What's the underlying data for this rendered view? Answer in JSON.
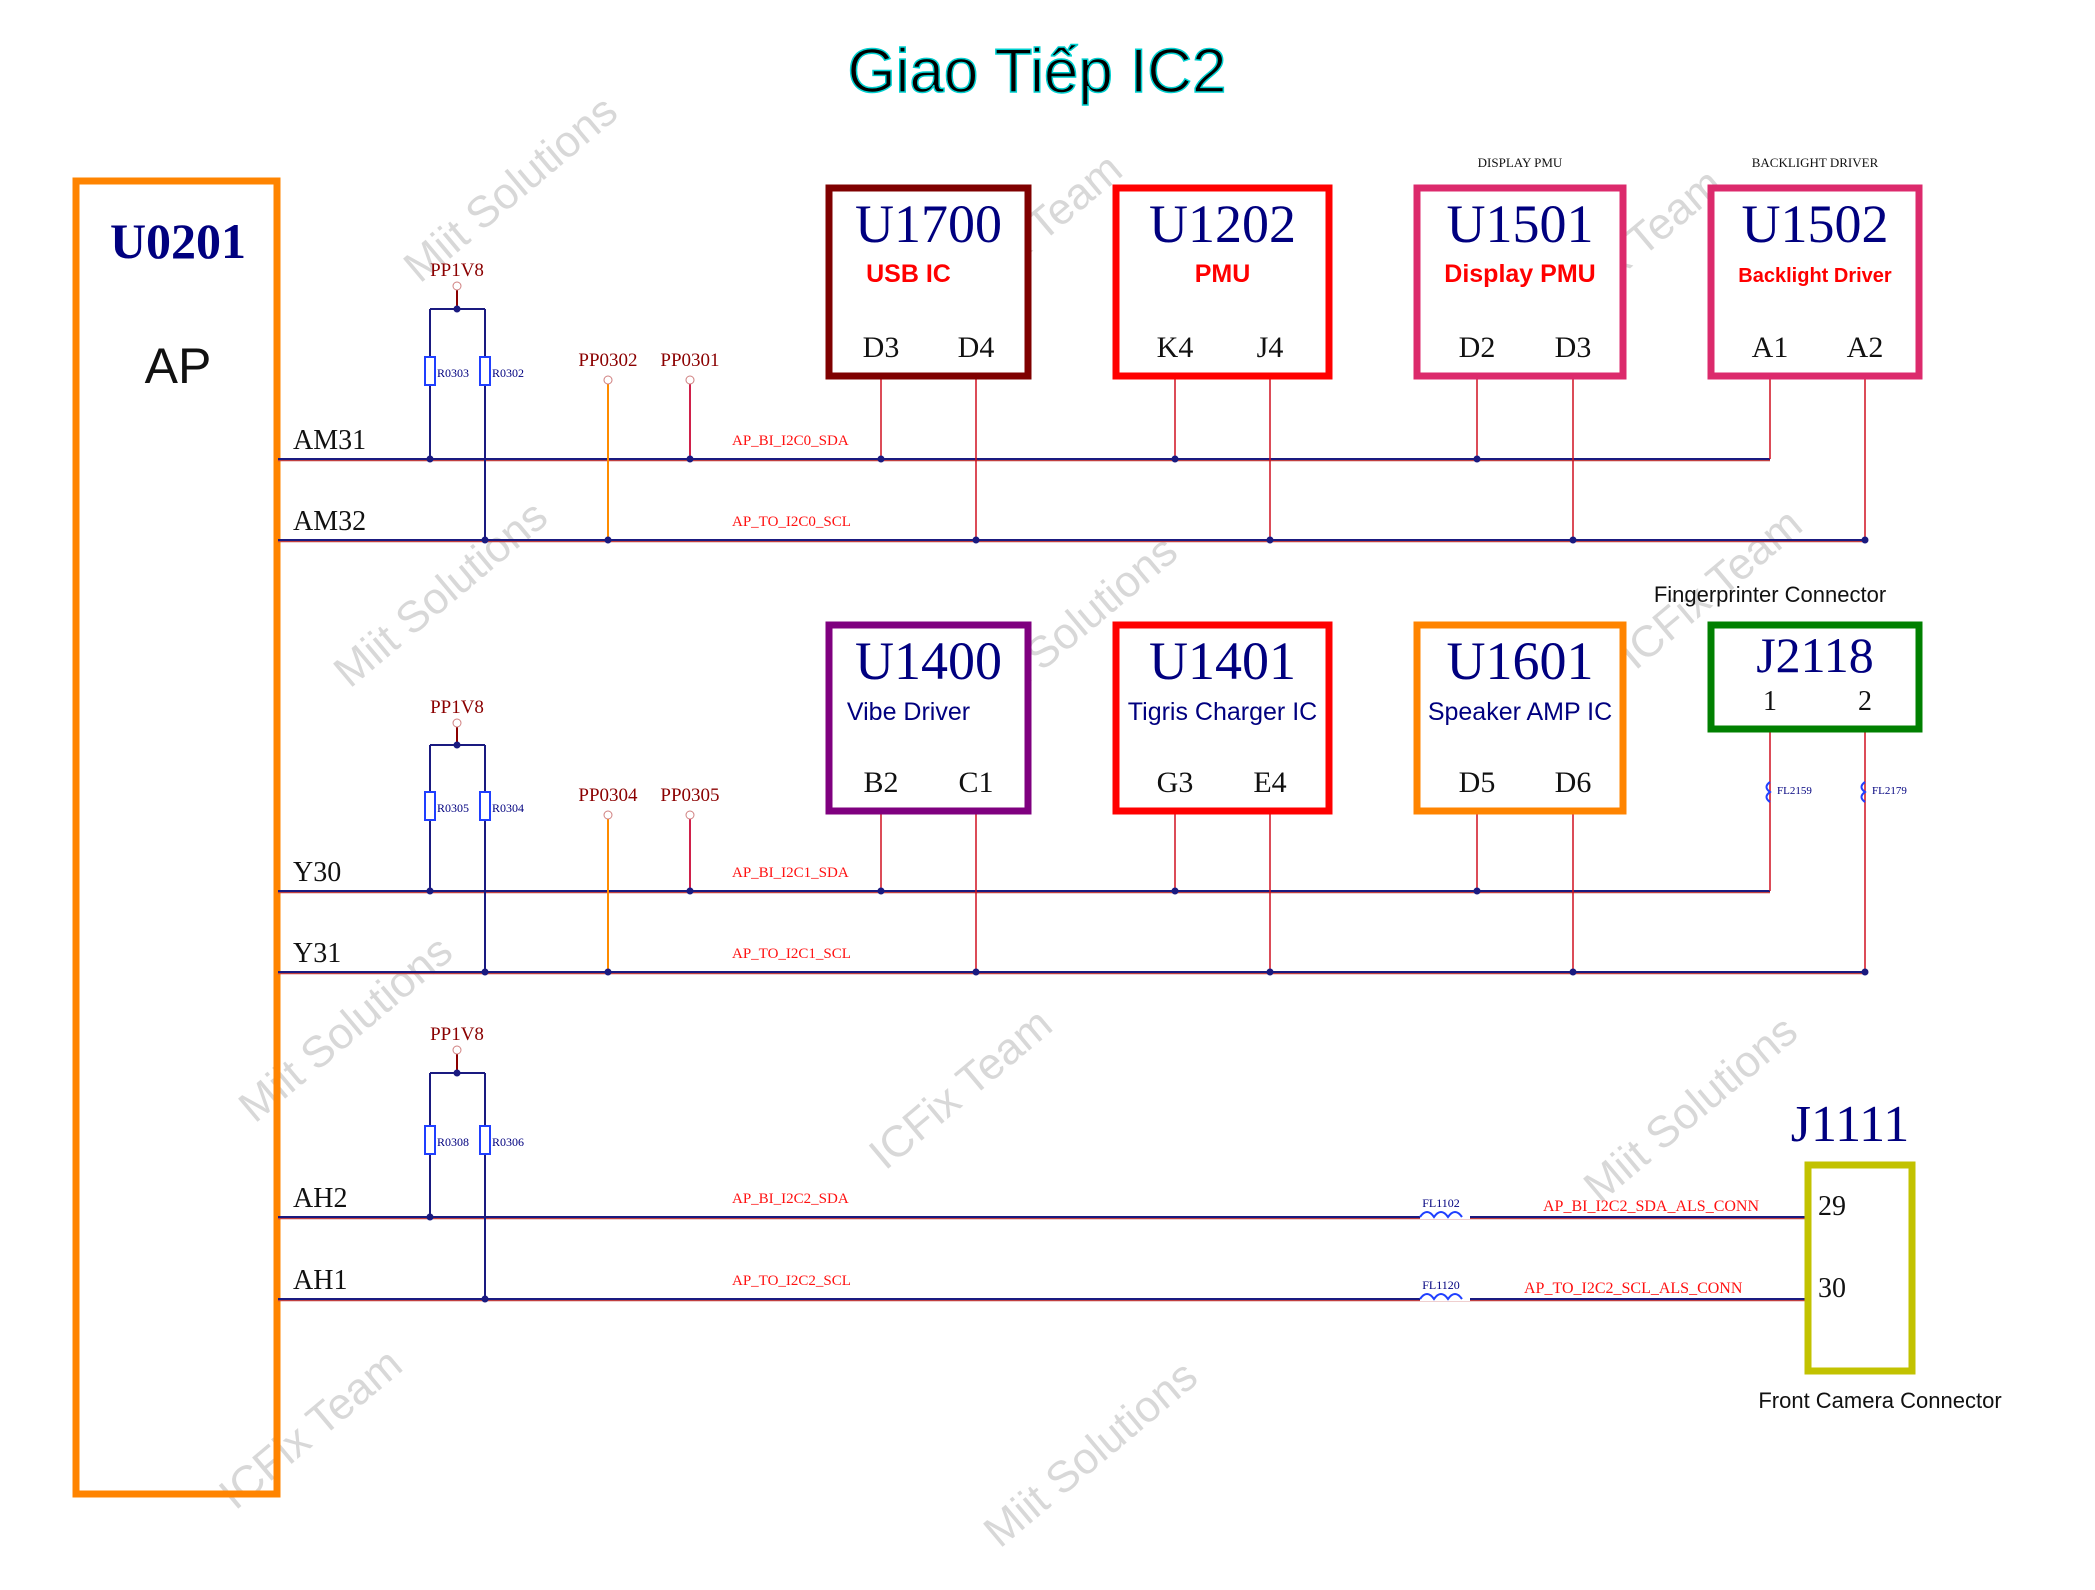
{
  "title": "Giao Tiếp IC2",
  "ap": {
    "ref": "U0201",
    "name": "AP"
  },
  "colors": {
    "wire": "#1a1a80",
    "wire_red": "#d01020",
    "net_label": "#ff1010",
    "power_label": "#8b0000",
    "ref_text": "#00007f",
    "resistor": "#1f3fff"
  },
  "buses": [
    {
      "id": "i2c0",
      "pullup_rail": "PP1V8",
      "resistors": [
        "R0303",
        "R0302"
      ],
      "test_points": [
        "PP0302",
        "PP0301"
      ],
      "lines": [
        {
          "ball": "AM31",
          "net": "AP_BI_I2C0_SDA"
        },
        {
          "ball": "AM32",
          "net": "AP_TO_I2C0_SCL"
        }
      ],
      "devices": [
        {
          "ref": "U1700",
          "desc": "USB IC",
          "caption": "",
          "pins": [
            "D3",
            "D4"
          ],
          "border": "#7f0000",
          "desc_color": "#ff0000"
        },
        {
          "ref": "U1202",
          "desc": "PMU",
          "caption": "",
          "pins": [
            "K4",
            "J4"
          ],
          "border": "#ff0000",
          "desc_color": "#ff0000"
        },
        {
          "ref": "U1501",
          "desc": "Display PMU",
          "caption": "DISPLAY PMU",
          "pins": [
            "D2",
            "D3"
          ],
          "border": "#dc2a6c",
          "desc_color": "#ff0000"
        },
        {
          "ref": "U1502",
          "desc": "Backlight Driver",
          "caption": "BACKLIGHT DRIVER",
          "pins": [
            "A1",
            "A2"
          ],
          "border": "#dc2a6c",
          "desc_color": "#ff0000"
        }
      ]
    },
    {
      "id": "i2c1",
      "pullup_rail": "PP1V8",
      "resistors": [
        "R0305",
        "R0304"
      ],
      "test_points": [
        "PP0304",
        "PP0305"
      ],
      "lines": [
        {
          "ball": "Y30",
          "net": "AP_BI_I2C1_SDA"
        },
        {
          "ball": "Y31",
          "net": "AP_TO_I2C1_SCL"
        }
      ],
      "devices": [
        {
          "ref": "U1400",
          "desc": "Vibe Driver",
          "caption": "",
          "pins": [
            "B2",
            "C1"
          ],
          "border": "#7f007f",
          "desc_color": "#00007f"
        },
        {
          "ref": "U1401",
          "desc": "Tigris Charger IC",
          "caption": "",
          "pins": [
            "G3",
            "E4"
          ],
          "border": "#ff0000",
          "desc_color": "#00007f"
        },
        {
          "ref": "U1601",
          "desc": "Speaker AMP IC",
          "caption": "",
          "pins": [
            "D5",
            "D6"
          ],
          "border": "#ff8400",
          "desc_color": "#00007f"
        },
        {
          "ref": "J2118",
          "desc": "",
          "caption": "Fingerprinter Connector",
          "pins": [
            "1",
            "2"
          ],
          "border": "#008000",
          "desc_color": "#00007f",
          "filters": [
            "FL2159",
            "FL2179"
          ]
        }
      ]
    },
    {
      "id": "i2c2",
      "pullup_rail": "PP1V8",
      "resistors": [
        "R0308",
        "R0306"
      ],
      "lines": [
        {
          "ball": "AH2",
          "net": "AP_BI_I2C2_SDA",
          "filter": "FL1102",
          "conn_net": "AP_BI_I2C2_SDA_ALS_CONN",
          "pin": "29"
        },
        {
          "ball": "AH1",
          "net": "AP_TO_I2C2_SCL",
          "filter": "FL1120",
          "conn_net": "AP_TO_I2C2_SCL_ALS_CONN",
          "pin": "30"
        }
      ],
      "connector": {
        "ref": "J1111",
        "caption": "Front Camera Connector",
        "border": "#c2c200"
      }
    }
  ],
  "watermarks": [
    "Miit Solutions",
    "ICFix Team",
    "ICFix Team",
    "Miit Solutions",
    "Miit Solutions",
    "ICFix Team",
    "Miit Solutions",
    "ICFix Team",
    "Miit Solutions",
    "ICFix Team",
    "Miit Solutions"
  ]
}
